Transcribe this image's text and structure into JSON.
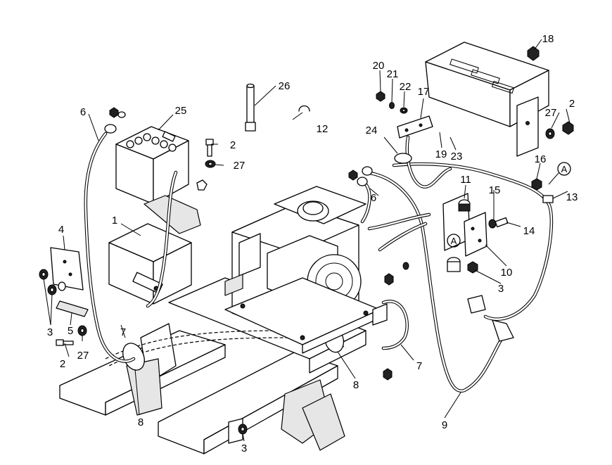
{
  "diagram": {
    "callouts": [
      {
        "id": "c1",
        "text": "1"
      },
      {
        "id": "c2a",
        "text": "2"
      },
      {
        "id": "c2b",
        "text": "2"
      },
      {
        "id": "c2c",
        "text": "2"
      },
      {
        "id": "c3a",
        "text": "3"
      },
      {
        "id": "c3b",
        "text": "3"
      },
      {
        "id": "c3c",
        "text": "3"
      },
      {
        "id": "c4",
        "text": "4"
      },
      {
        "id": "c5",
        "text": "5"
      },
      {
        "id": "c6a",
        "text": "6"
      },
      {
        "id": "c6b",
        "text": "6"
      },
      {
        "id": "c7a",
        "text": "7"
      },
      {
        "id": "c7b",
        "text": "7"
      },
      {
        "id": "c8a",
        "text": "8"
      },
      {
        "id": "c8b",
        "text": "8"
      },
      {
        "id": "c9",
        "text": "9"
      },
      {
        "id": "c10",
        "text": "10"
      },
      {
        "id": "c11",
        "text": "11"
      },
      {
        "id": "c12",
        "text": "12"
      },
      {
        "id": "c13",
        "text": "13"
      },
      {
        "id": "c14",
        "text": "14"
      },
      {
        "id": "c15",
        "text": "15"
      },
      {
        "id": "c16",
        "text": "16"
      },
      {
        "id": "c17",
        "text": "17"
      },
      {
        "id": "c18",
        "text": "18"
      },
      {
        "id": "c19",
        "text": "19"
      },
      {
        "id": "c20",
        "text": "20"
      },
      {
        "id": "c21",
        "text": "21"
      },
      {
        "id": "c22",
        "text": "22"
      },
      {
        "id": "c23",
        "text": "23"
      },
      {
        "id": "c24",
        "text": "24"
      },
      {
        "id": "c25",
        "text": "25"
      },
      {
        "id": "c26",
        "text": "26"
      },
      {
        "id": "c27a",
        "text": "27"
      },
      {
        "id": "c27b",
        "text": "27"
      },
      {
        "id": "c27c",
        "text": "27"
      }
    ],
    "connection_markers": [
      {
        "id": "mA1",
        "text": "A"
      },
      {
        "id": "mA2",
        "text": "A"
      }
    ]
  }
}
